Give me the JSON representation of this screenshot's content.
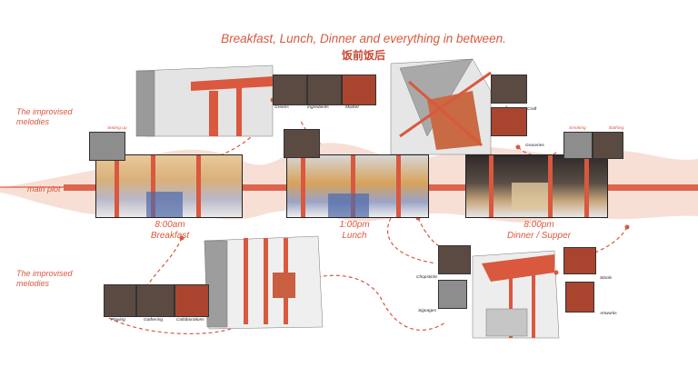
{
  "header": {
    "title": "Breakfast, Lunch, Dinner and everything in between.",
    "subtitle": "饭前饭后"
  },
  "labels": {
    "improvised_top": "The improvised melodies",
    "improvised_bottom": "The improvised melodies",
    "main_plot": "main plot"
  },
  "timeline": [
    {
      "time": "8:00am",
      "meal": "Breakfast"
    },
    {
      "time": "1:00pm",
      "meal": "Lunch"
    },
    {
      "time": "8:00pm",
      "meal": "Dinner / Supper"
    }
  ],
  "captions": {
    "setting_up": "Setting up",
    "greens": "Greens",
    "ingredients": "Ingredients",
    "market": "Market",
    "craft": "Craft",
    "groceries": "Groceries",
    "smoking": "Smoking",
    "bathing": "Bathing",
    "chopsticks": "Chopsticks",
    "signages": "Signages",
    "stools": "Stools",
    "artworks": "Artworks",
    "playing": "Playing",
    "gathering": "Gathering",
    "collaborations": "Collaborations"
  },
  "colors": {
    "accent": "#d9583e",
    "band": "#f6d9cf",
    "plot_line": "#d9583e",
    "dark_frame": "#222222"
  }
}
